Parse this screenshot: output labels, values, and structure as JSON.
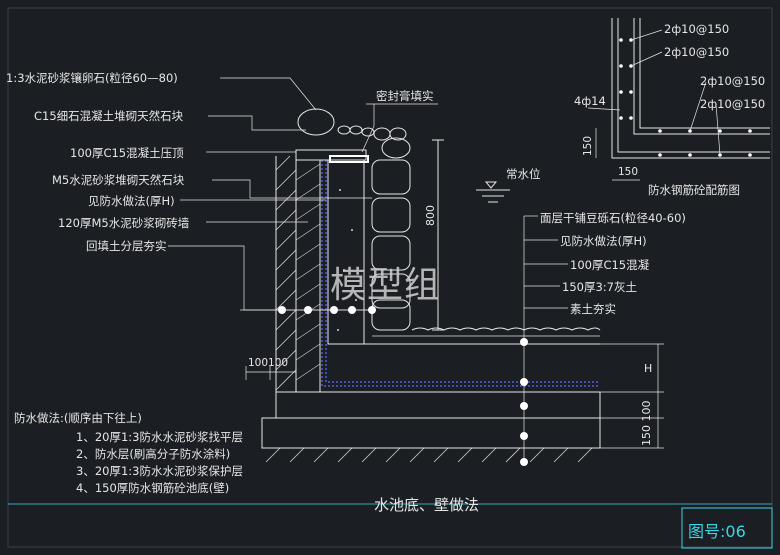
{
  "labels_left": [
    "1:3水泥砂浆镶卵石(粒径60—80)",
    "C15细石混凝土堆砌天然石块",
    "100厚C15混凝土压顶",
    "M5水泥砂浆堆砌天然石块",
    "见防水做法(厚H)",
    "120厚M5水泥砂浆砌砖墙",
    "回填土分层夯实"
  ],
  "labels_right": [
    "面层干铺豆砾石(粒径40-60)",
    "见防水做法(厚H)",
    "100厚C15混凝",
    "150厚3:7灰土",
    "素土夯实"
  ],
  "seal_label": "密封膏填实",
  "water_level": "常水位",
  "dim_800": "800",
  "dim_100_100": "100100",
  "dim_H": "H",
  "dim_150_100": "150 100",
  "watermark": "模型组",
  "detail": {
    "title": "防水钢筋砼配筋图",
    "rebars": [
      "2ф10@150",
      "2ф10@150",
      "2ф10@150",
      "2ф10@150"
    ],
    "bar_4": "4ф14",
    "dim_150_v": "150",
    "dim_150_h": "150"
  },
  "notes": {
    "heading": "防水做法:(顺序由下往上)",
    "items": [
      "1、20厚1:3防水水泥砂浆找平层",
      "2、防水层(刷高分子防水涂料)",
      "3、20厚1:3防水水泥砂浆保护层",
      "4、150厚防水钢筋砼池底(壁)"
    ]
  },
  "drawing_title": "水池底、壁做法",
  "figure_no": "图号:06",
  "colors": {
    "background": "#1b1e23",
    "lines": "#e6e6e6",
    "waterproof": "#5a6cff",
    "frame": "#38d7e8"
  }
}
